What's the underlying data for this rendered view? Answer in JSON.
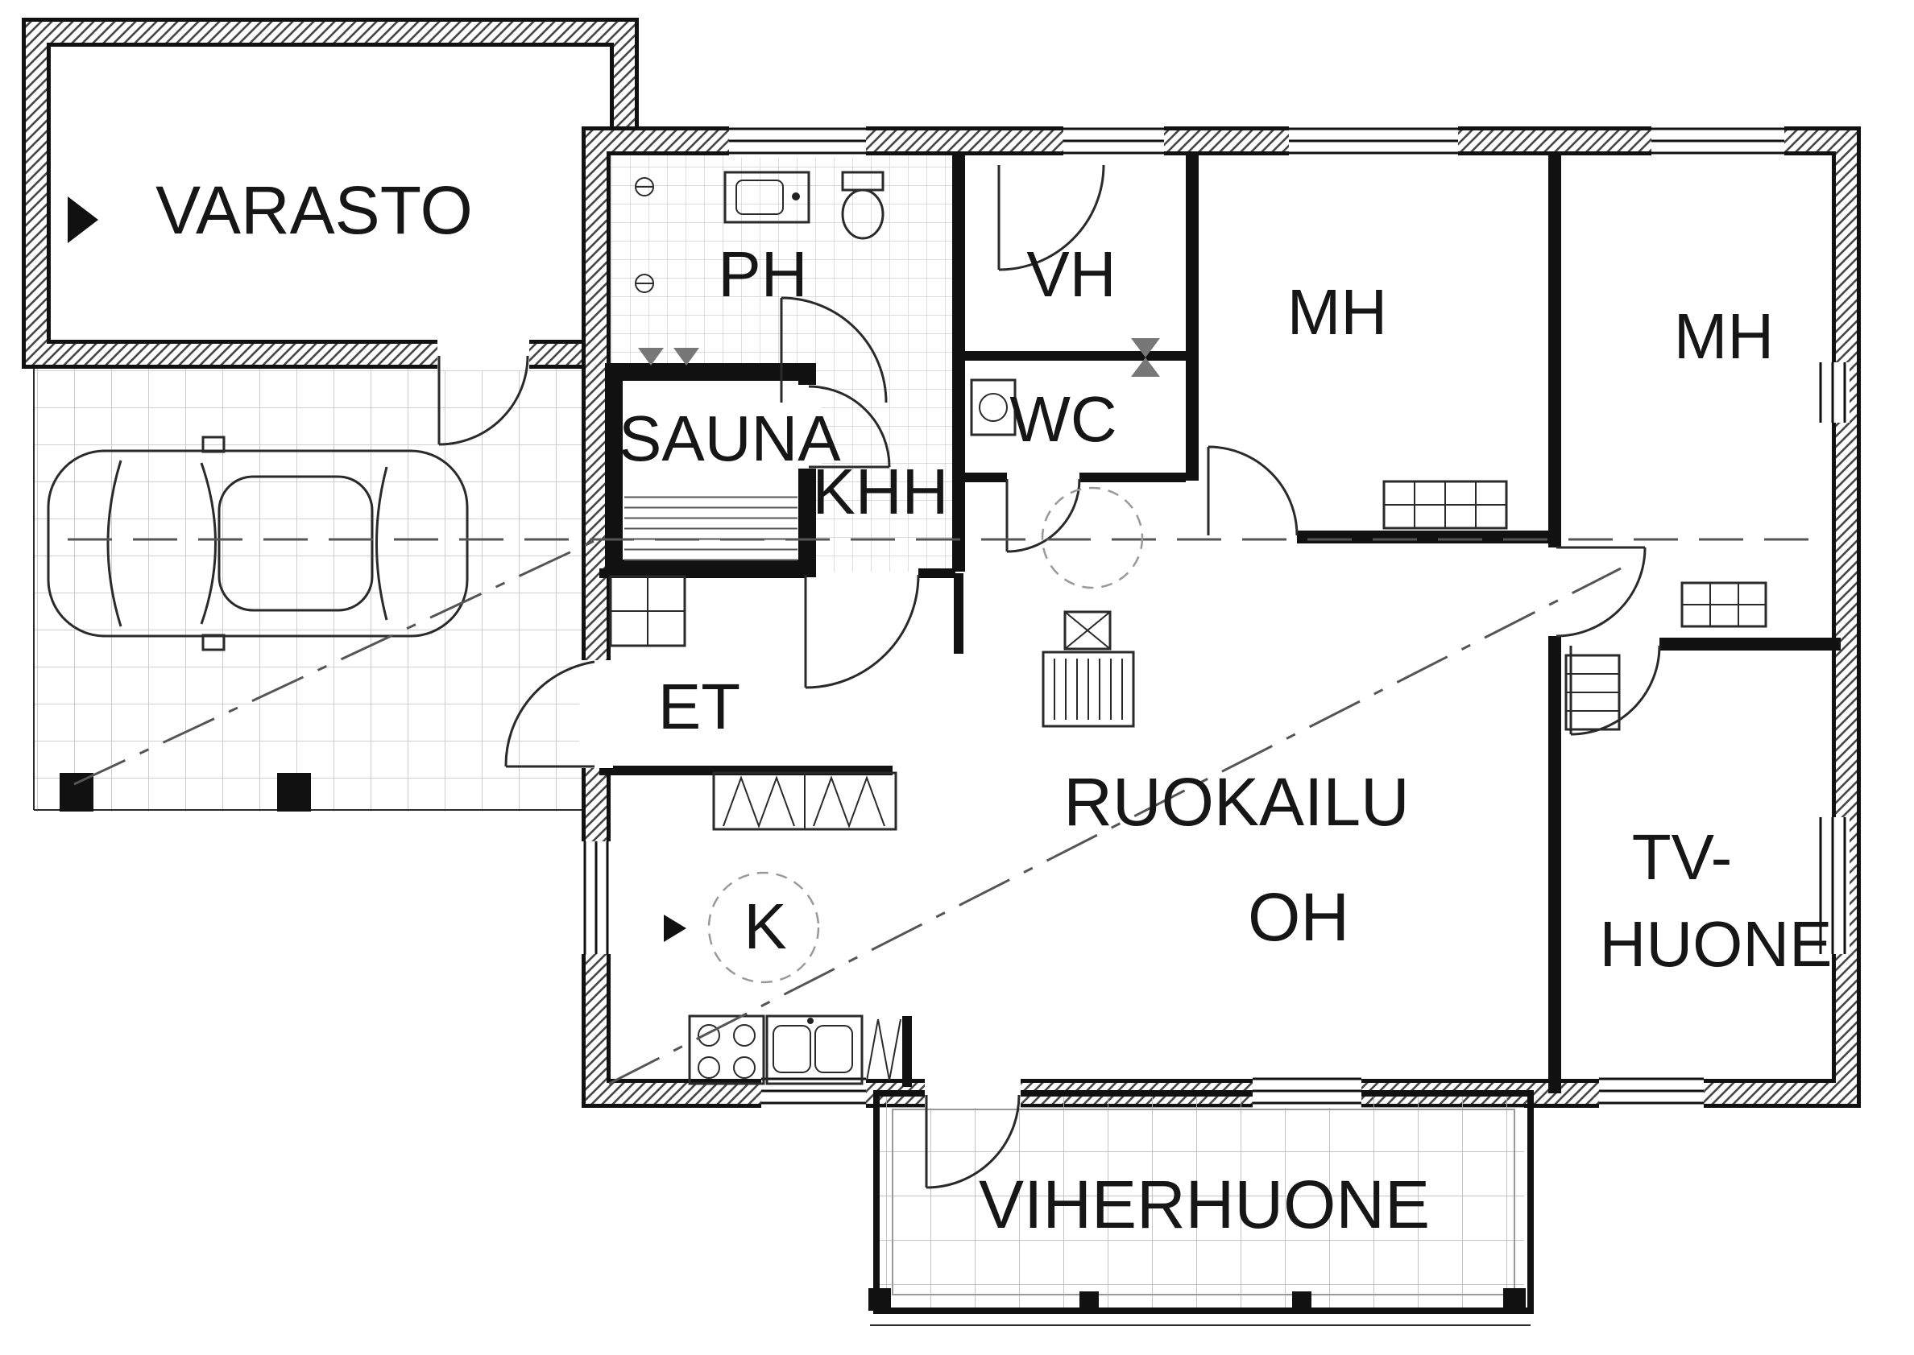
{
  "document": {
    "type": "architectural-floor-plan",
    "language": "fi"
  },
  "colors": {
    "walls": "#111111",
    "lines": "#2a2a2a",
    "carport_grid": "#c9c9c9",
    "tile_grid": "#d0d0d0",
    "marker_gray": "#777777",
    "background": "#ffffff"
  },
  "rooms": {
    "varasto": "VARASTO",
    "ph": "PH",
    "vh": "VH",
    "mh_left": "MH",
    "mh_right": "MH",
    "sauna": "SAUNA",
    "khh": "KHH",
    "wc": "WC",
    "et": "ET",
    "k": "K",
    "ruokailu": "RUOKAILU",
    "oh": "OH",
    "tv_line1": "TV-",
    "tv_line2": "HUONE",
    "viherhuone": "VIHERHUONE"
  },
  "symbols": [
    "car",
    "stove",
    "kitchen-sink",
    "bathroom-sink",
    "toilet",
    "fireplace",
    "wardrobe",
    "sauna-benches",
    "door-swing",
    "window",
    "section-line",
    "direction-arrow"
  ]
}
